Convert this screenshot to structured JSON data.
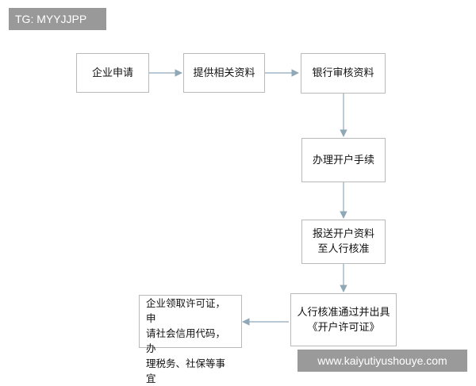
{
  "watermark_top": "TG: MYYJJPP",
  "watermark_bottom": "www.kaiyutiyushouye.com",
  "nodes": {
    "apply": "企业申请",
    "provide": "提供相关资料",
    "bank_review": "银行审核资料",
    "procedures": "办理开户手续",
    "submit_line1": "报送开户资料",
    "submit_line2": "至人行核准",
    "pboc_line1": "人行核准通过并出具",
    "pboc_line2": "《开户许可证》",
    "final_line1": "企业领取许可证，申",
    "final_line2": "请社会信用代码，办",
    "final_line3": "理税务、社保等事宜"
  },
  "colors": {
    "border": "#b9b9b9",
    "arrow": "#8fa8b8",
    "badge": "#999999"
  }
}
